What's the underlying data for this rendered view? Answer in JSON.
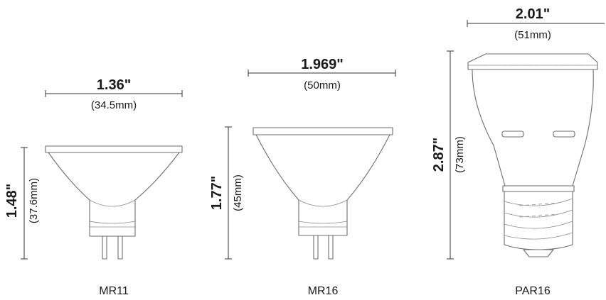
{
  "bulbs": [
    {
      "name": "MR11",
      "width_in": "1.36\"",
      "width_mm": "(34.5mm)",
      "height_in": "1.48\"",
      "height_mm": "(37.6mm)"
    },
    {
      "name": "MR16",
      "width_in": "1.969\"",
      "width_mm": "(50mm)",
      "height_in": "1.77\"",
      "height_mm": "(45mm)"
    },
    {
      "name": "PAR16",
      "width_in": "2.01\"",
      "width_mm": "(51mm)",
      "height_in": "2.87\"",
      "height_mm": "(73mm)"
    }
  ],
  "colors": {
    "outline": "#6e6e6e",
    "dimension_line": "#333333",
    "text": "#1a1a1a"
  }
}
